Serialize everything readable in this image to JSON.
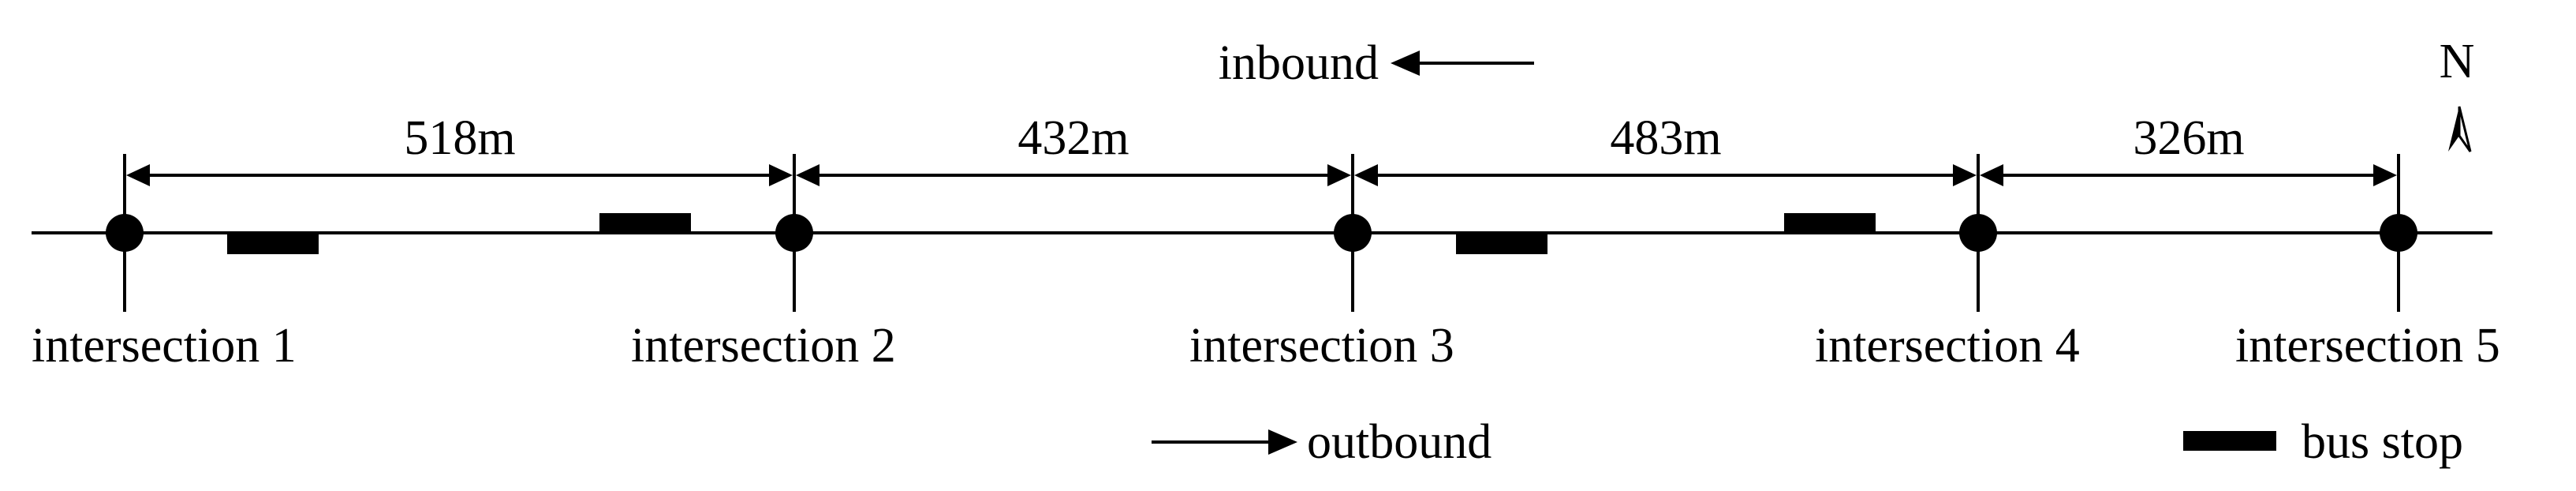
{
  "intersections": [
    {
      "label": "intersection 1"
    },
    {
      "label": "intersection 2"
    },
    {
      "label": "intersection 3"
    },
    {
      "label": "intersection 4"
    },
    {
      "label": "intersection 5"
    }
  ],
  "segments": [
    {
      "label": "518m"
    },
    {
      "label": "432m"
    },
    {
      "label": "483m"
    },
    {
      "label": "326m"
    }
  ],
  "directions": {
    "inbound": "inbound",
    "outbound": "outbound"
  },
  "compass": {
    "label": "N",
    "icon": "north-arrow-icon"
  },
  "legend": {
    "bus_stop": "bus stop"
  },
  "colors": {
    "ink": "#000000",
    "background": "#ffffff"
  }
}
